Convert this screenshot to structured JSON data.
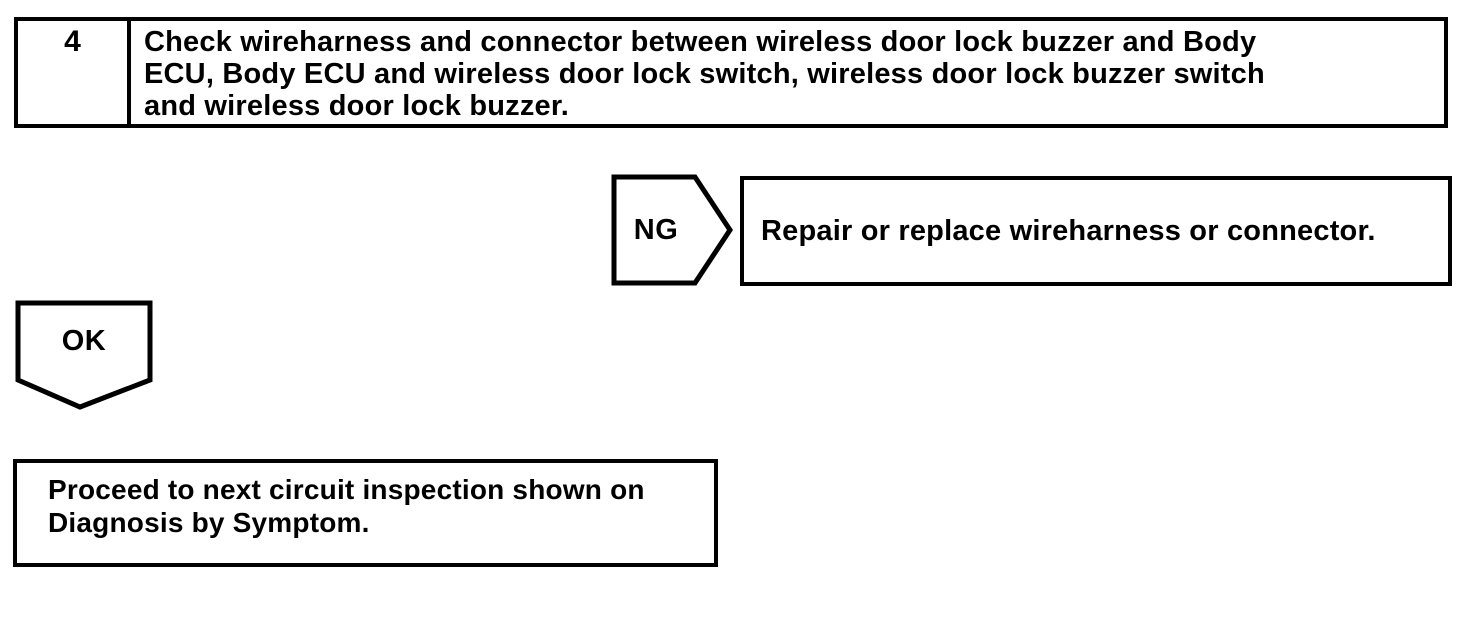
{
  "colors": {
    "ink": "#000000",
    "paper": "#ffffff"
  },
  "step": {
    "number": "4",
    "instruction_lines": [
      "Check wireharness and connector between wireless door lock buzzer and Body",
      "ECU, Body ECU and wireless door lock switch, wireless door lock buzzer switch",
      "and wireless door lock buzzer."
    ]
  },
  "ng_branch": {
    "label": "NG",
    "action": "Repair or replace wireharness or connector."
  },
  "ok_branch": {
    "label": "OK",
    "action_lines": [
      "Proceed to next circuit inspection shown on",
      "Diagnosis by Symptom."
    ]
  }
}
